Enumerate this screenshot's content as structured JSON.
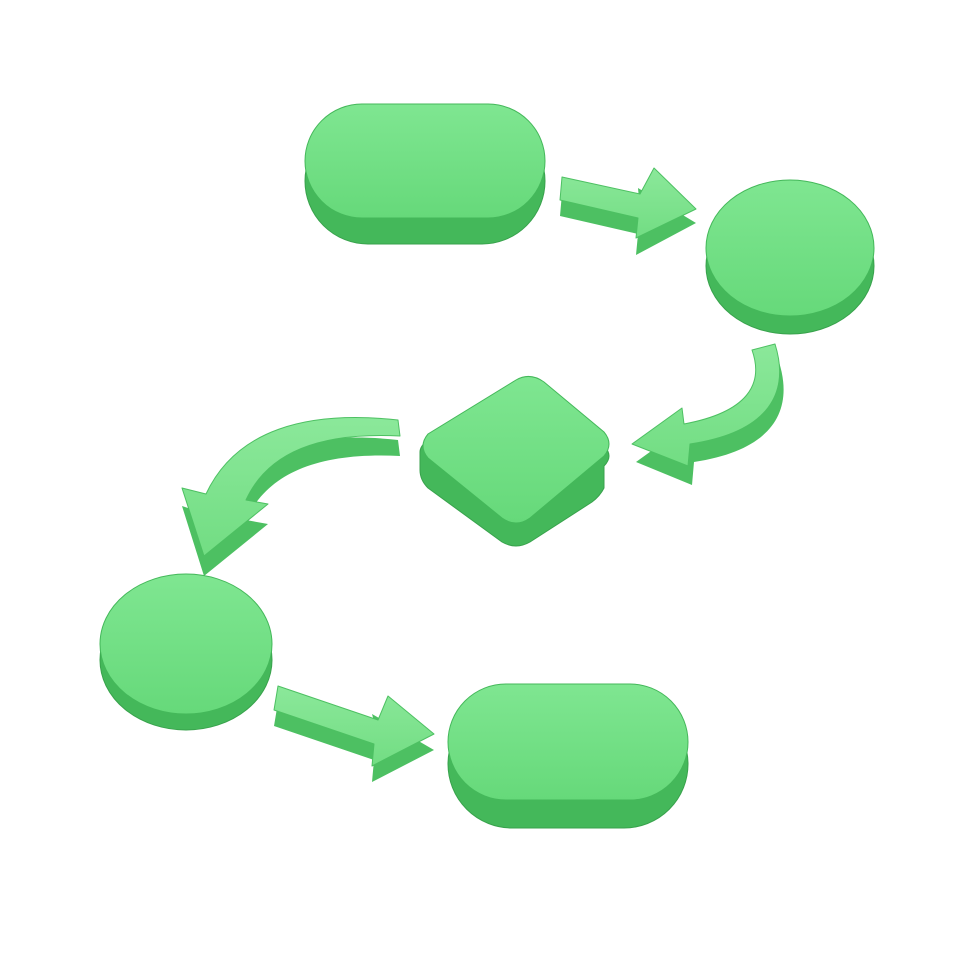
{
  "diagram": {
    "kind": "flowchart",
    "nodes": [
      {
        "id": "start",
        "shape": "pill",
        "label": ""
      },
      {
        "id": "step-1",
        "shape": "circle",
        "label": ""
      },
      {
        "id": "decision",
        "shape": "diamond",
        "label": ""
      },
      {
        "id": "step-2",
        "shape": "circle",
        "label": ""
      },
      {
        "id": "end",
        "shape": "pill",
        "label": ""
      }
    ],
    "edges": [
      {
        "from": "start",
        "to": "step-1",
        "style": "straight"
      },
      {
        "from": "step-1",
        "to": "decision",
        "style": "curved"
      },
      {
        "from": "decision",
        "to": "step-2",
        "style": "curved"
      },
      {
        "from": "step-2",
        "to": "end",
        "style": "straight"
      }
    ]
  },
  "colors": {
    "node_top": "#66D97A",
    "node_top_light": "#7FE691",
    "node_side": "#44B85A",
    "node_side_dark": "#38A24C",
    "arrow_fill": "#72DD83",
    "arrow_side": "#4DC062",
    "background": "#FFFFFF"
  }
}
